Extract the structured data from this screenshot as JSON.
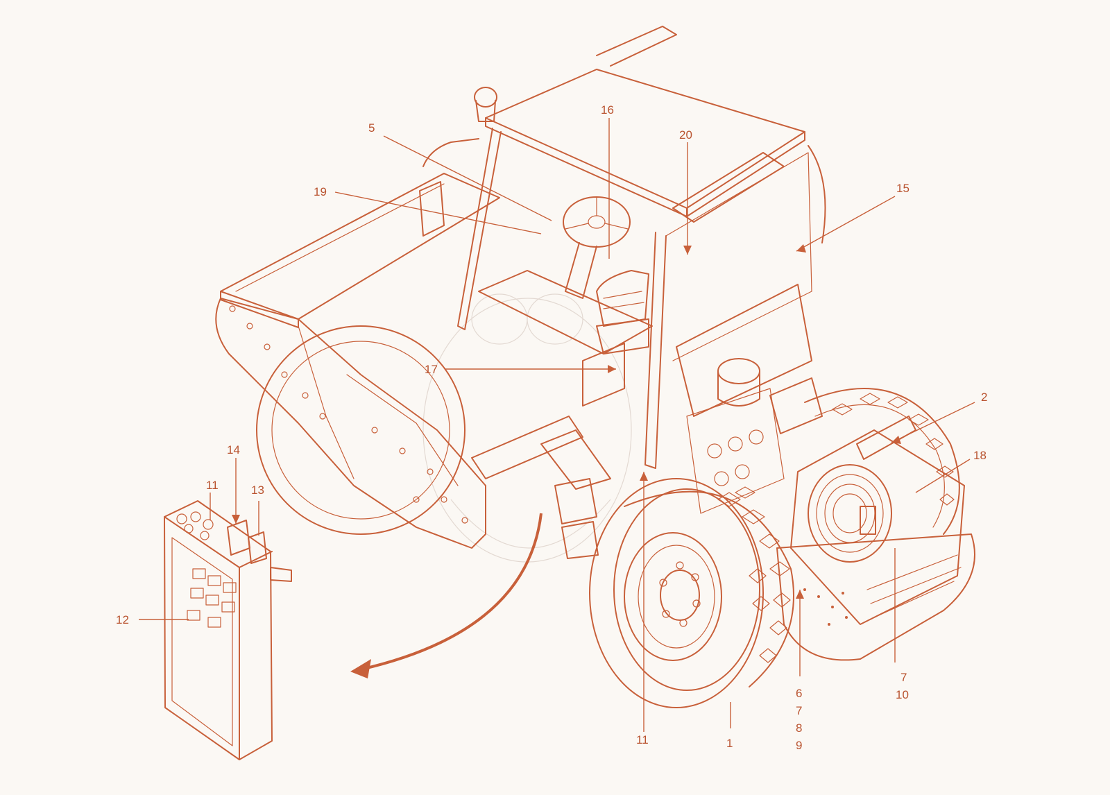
{
  "callouts": [
    {
      "id": "1",
      "text": "1"
    },
    {
      "id": "2",
      "text": "2"
    },
    {
      "id": "5",
      "text": "5"
    },
    {
      "id": "6",
      "text": "6"
    },
    {
      "id": "7a",
      "text": "7"
    },
    {
      "id": "8",
      "text": "8"
    },
    {
      "id": "9",
      "text": "9"
    },
    {
      "id": "7b",
      "text": "7"
    },
    {
      "id": "10",
      "text": "10"
    },
    {
      "id": "11a",
      "text": "11"
    },
    {
      "id": "11b",
      "text": "11"
    },
    {
      "id": "12",
      "text": "12"
    },
    {
      "id": "13",
      "text": "13"
    },
    {
      "id": "14",
      "text": "14"
    },
    {
      "id": "15",
      "text": "15"
    },
    {
      "id": "16",
      "text": "16"
    },
    {
      "id": "17",
      "text": "17"
    },
    {
      "id": "18",
      "text": "18"
    },
    {
      "id": "19",
      "text": "19"
    },
    {
      "id": "20",
      "text": "20"
    }
  ],
  "colors": {
    "ink": "#c8603a",
    "background": "#fbf8f4"
  }
}
